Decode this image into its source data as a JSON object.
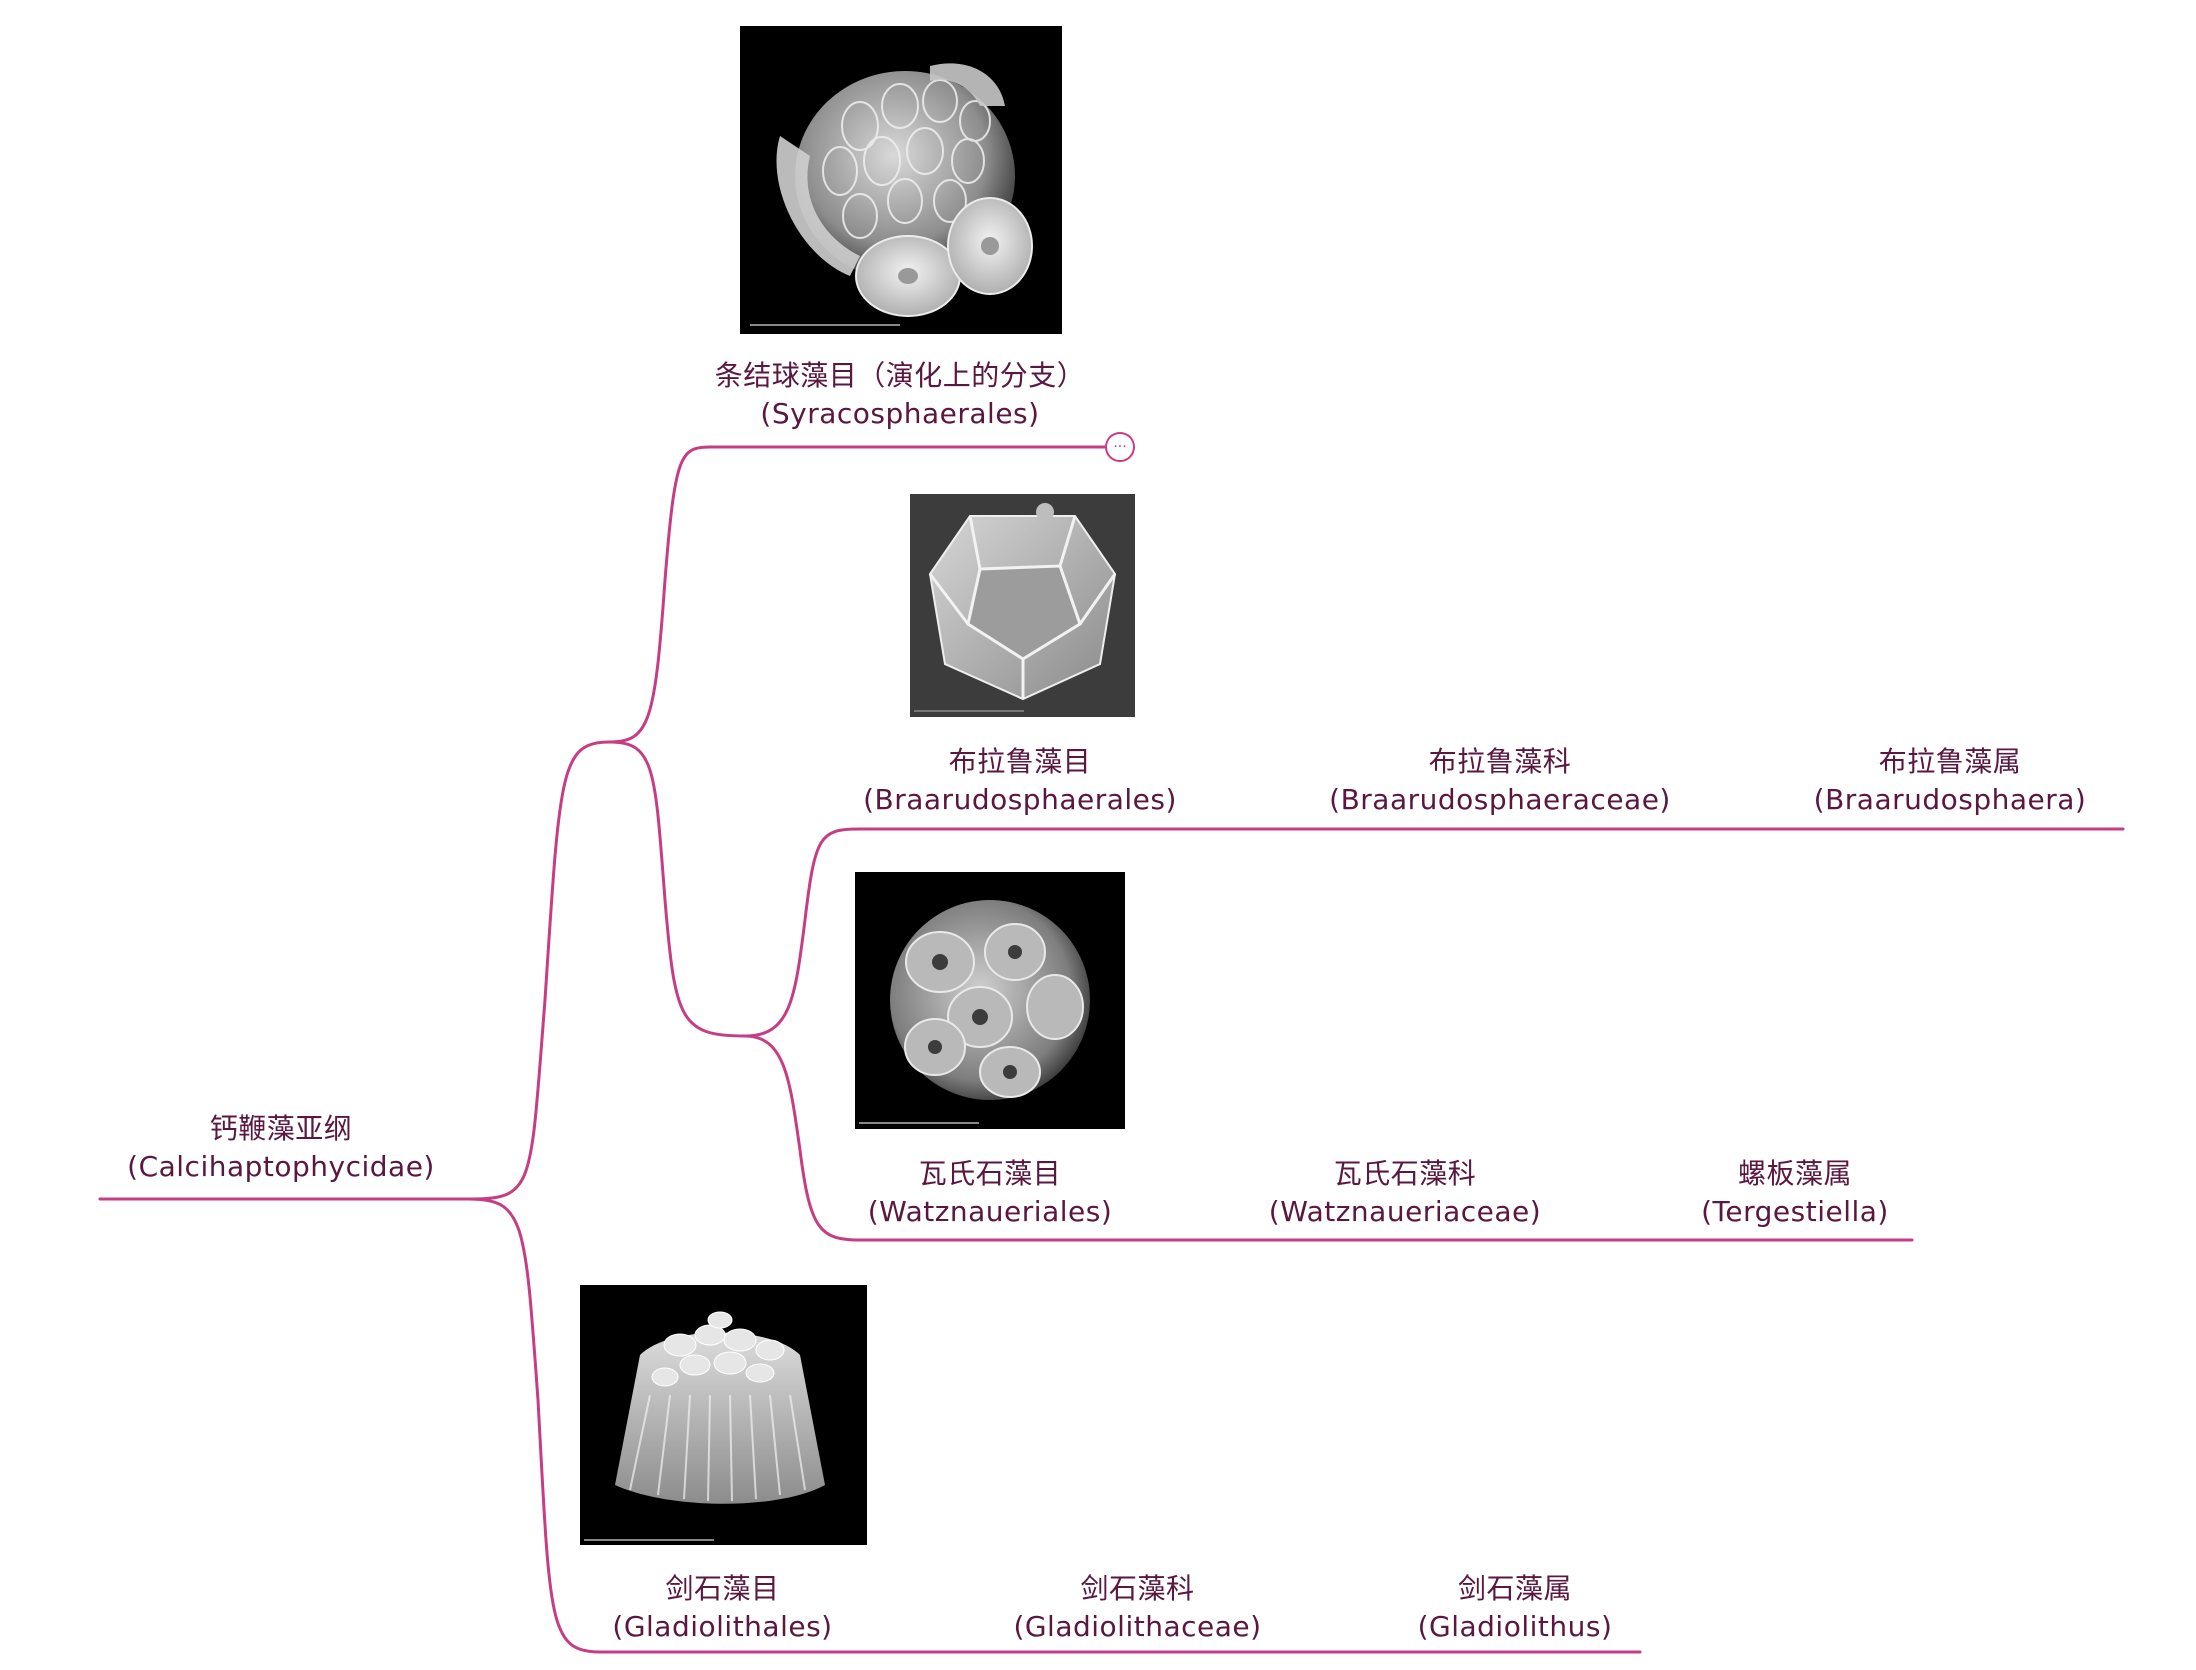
{
  "theme": {
    "line_color": "#c73d83",
    "text_color": "#5a1740"
  },
  "root": {
    "zh": "钙鞭藻亚纲",
    "latin": "(Calcihaptophycidae)"
  },
  "syracosphaerales": {
    "zh": "条结球藻目（演化上的分支）",
    "latin": "(Syracosphaerales)",
    "collapsed_icon": "ellipsis-icon",
    "collapsed_symbol": "···"
  },
  "braarudosphaerales": {
    "order": {
      "zh": "布拉鲁藻目",
      "latin": "(Braarudosphaerales)"
    },
    "family": {
      "zh": "布拉鲁藻科",
      "latin": "(Braarudosphaeraceae)"
    },
    "genus": {
      "zh": "布拉鲁藻属",
      "latin": "(Braarudosphaera)"
    }
  },
  "watznaueriales": {
    "order": {
      "zh": "瓦氏石藻目",
      "latin": "(Watznaueriales)"
    },
    "family": {
      "zh": "瓦氏石藻科",
      "latin": "(Watznaueriaceae)"
    },
    "genus": {
      "zh": "螺板藻属",
      "latin": "(Tergestiella)"
    }
  },
  "gladiolithales": {
    "order": {
      "zh": "剑石藻目",
      "latin": "(Gladiolithales)"
    },
    "family": {
      "zh": "剑石藻科",
      "latin": "(Gladiolithaceae)"
    },
    "genus": {
      "zh": "剑石藻属",
      "latin": "(Gladiolithus)"
    }
  }
}
